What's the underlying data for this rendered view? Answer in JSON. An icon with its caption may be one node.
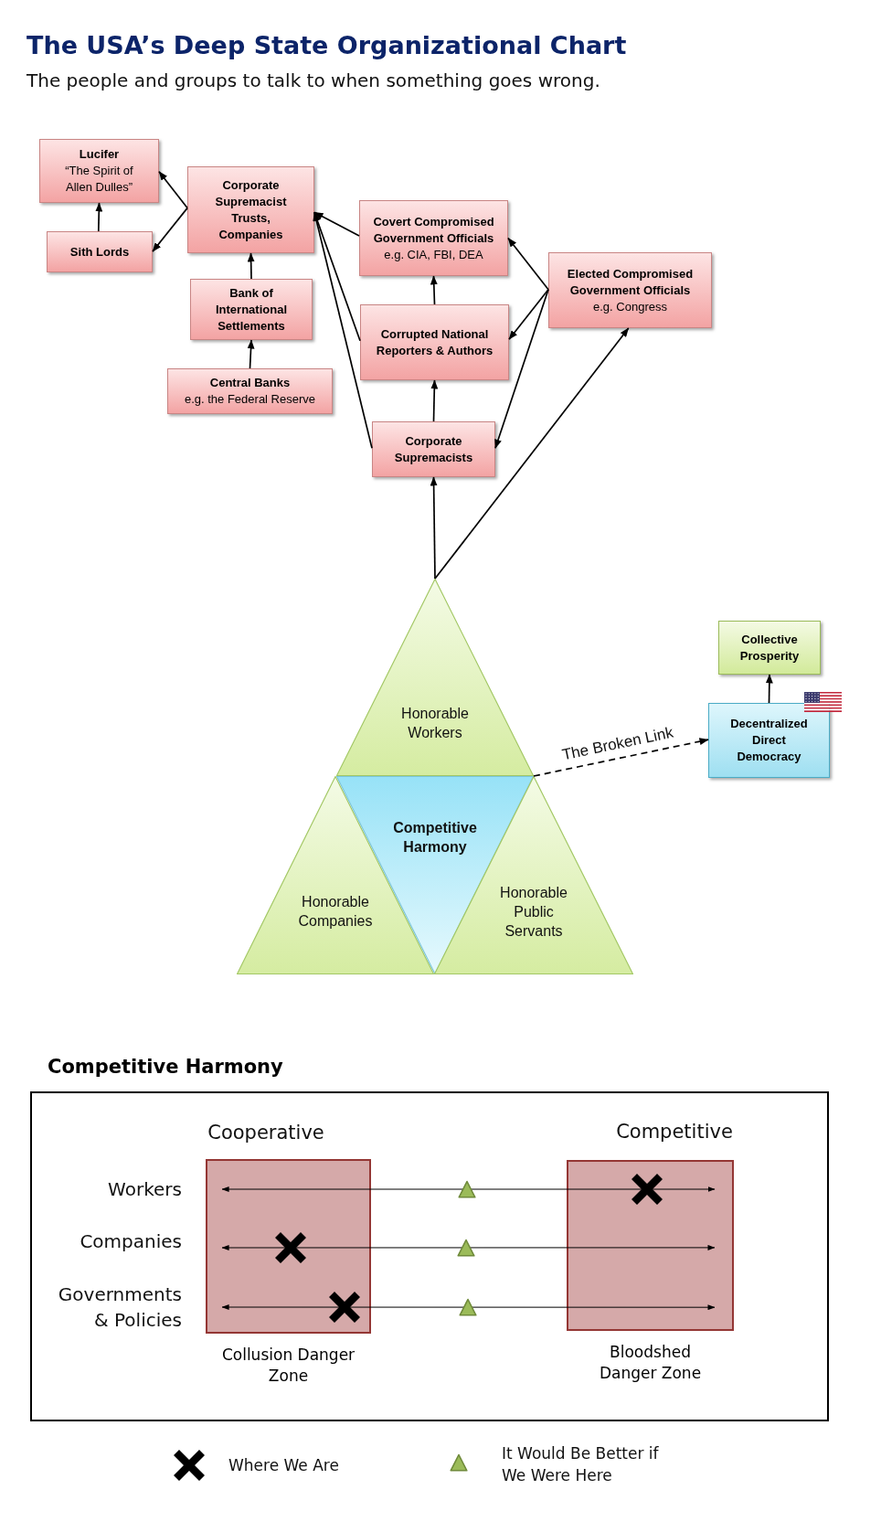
{
  "diagram": {
    "title": "The USA’s Deep State Organizational Chart",
    "nodes": [
      {
        "text": [
          "Lucifer",
          "“The Spirit of Allen Dulles”"
        ]
      },
      {
        "text": [
          "Sith Lords"
        ]
      },
      {
        "text": [
          "Corporate Supremacist Trusts, Companies"
        ]
      },
      {
        "text": [
          "Bank of International Settlements"
        ]
      },
      {
        "text": [
          "Central Banks",
          "e.g. the Federal Reserve"
        ]
      },
      {
        "text": [
          "Covert Compromised Government Officials",
          "e.g. CIA, FBI, DEA"
        ]
      },
      {
        "text": [
          "Corrupted National Reporters & Authors"
        ]
      },
      {
        "text": [
          "Corporate Supremacists"
        ]
      },
      {
        "text": [
          "Elected Compromised Government Officials",
          "e.g. Congress"
        ]
      },
      {
        "text": [
          "Honorable Workers"
        ]
      },
      {
        "text": [
          "Honorable Companies"
        ]
      },
      {
        "text": [
          "Competitive Harmony"
        ]
      },
      {
        "text": [
          "Honorable Public Servants"
        ]
      },
      {
        "text": [
          "Collective Prosperity"
        ]
      },
      {
        "text": [
          "Decentralized Direct Democracy"
        ]
      },
      {
        "text": [
          "Competitive Harmony"
        ]
      },
      {
        "text": [
          "Collusion Danger Zone"
        ],
        "in": 15
      },
      {
        "text": [
          "Bloodshed Danger Zone"
        ],
        "in": 15
      }
    ],
    "edges": [
      {
        "from": 1,
        "to": 0,
        "arrow": "to"
      },
      {
        "from": 2,
        "to": 0,
        "arrow": "to"
      },
      {
        "from": 2,
        "to": 1,
        "arrow": "to"
      },
      {
        "from": 3,
        "to": 2,
        "arrow": "to"
      },
      {
        "from": 4,
        "to": 3,
        "arrow": "to"
      },
      {
        "from": 5,
        "to": 2,
        "arrow": "to"
      },
      {
        "from": 6,
        "to": 2,
        "arrow": "to"
      },
      {
        "from": 7,
        "to": 2,
        "arrow": "to"
      },
      {
        "from": 6,
        "to": 5,
        "arrow": "to"
      },
      {
        "from": 7,
        "to": 6,
        "arrow": "to"
      },
      {
        "from": 8,
        "to": 5,
        "arrow": "to"
      },
      {
        "from": 8,
        "to": 6,
        "arrow": "to"
      },
      {
        "from": 8,
        "to": 7,
        "arrow": "to"
      },
      {
        "from": 9,
        "to": 7,
        "arrow": "to"
      },
      {
        "from": 9,
        "to": 8,
        "arrow": "to"
      },
      {
        "from": 9,
        "to": 14,
        "arrow": "to",
        "label": "The Broken Link",
        "style": "dashed"
      },
      {
        "from": 14,
        "to": 13,
        "arrow": "to"
      },
      {
        "from": 16,
        "to": 17,
        "arrow": "both"
      },
      {
        "from": 16,
        "to": 17,
        "arrow": "both"
      },
      {
        "from": 16,
        "to": 17,
        "arrow": "both"
      }
    ],
    "labels": [
      "The people and groups to talk to when something goes wrong.",
      "Cooperative",
      "Competitive",
      "Workers",
      "Companies",
      "Governments & Policies"
    ],
    "legend": [
      {
        "text": "Where We Are"
      },
      {
        "text": "It Would Be Better if We Were Here"
      }
    ]
  }
}
